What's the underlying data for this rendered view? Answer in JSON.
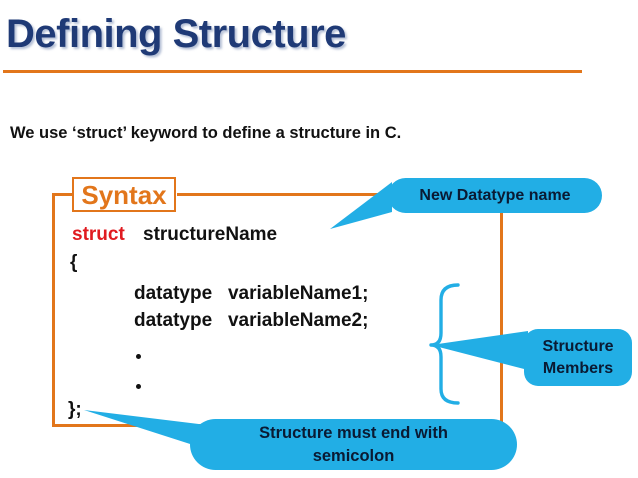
{
  "slide": {
    "title": "Defining Structure",
    "lead_text": "We use  ‘struct’ keyword to define a structure in C."
  },
  "syntax_block": {
    "badge_label": "Syntax",
    "lines": {
      "keyword": "struct",
      "struct_name": "structureName",
      "open_brace": "{",
      "member_1": "datatype   variableName1;",
      "member_2": "datatype   variableName2;",
      "ellipsis_dot_1": "•",
      "ellipsis_dot_2": "•",
      "close_brace_semicolon": "};"
    }
  },
  "callouts": {
    "new_datatype": "New Datatype name",
    "structure_members_line1": "Structure",
    "structure_members_line2": "Members",
    "semicolon_line1": "Structure must end with",
    "semicolon_line2": "semicolon"
  },
  "colors": {
    "title_navy": "#1F3A76",
    "accent_orange": "#E2761B",
    "keyword_red": "#E01B20",
    "callout_cyan": "#22AEE5",
    "callout_text": "#0A1A33",
    "body_black": "#111111",
    "background": "#FFFFFF"
  }
}
